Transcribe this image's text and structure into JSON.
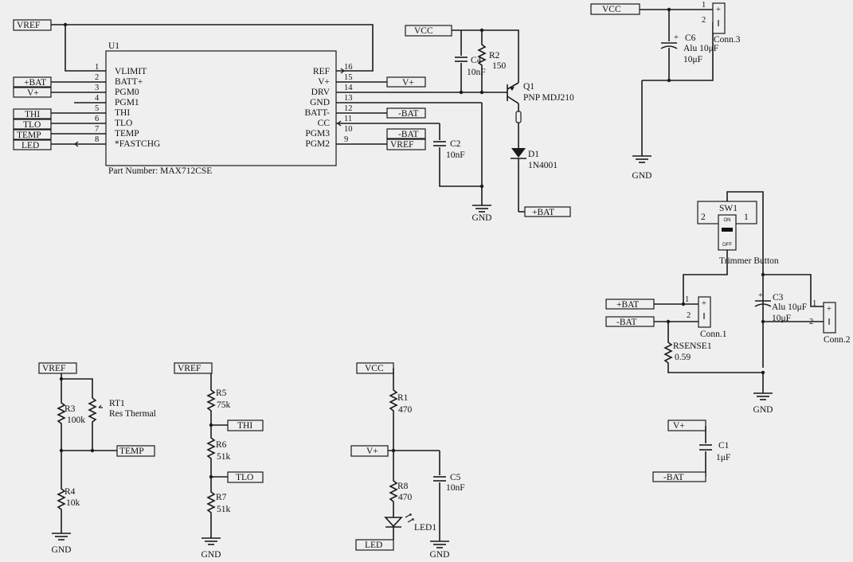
{
  "u1": {
    "ref": "U1",
    "part": "Part Number: MAX712CSE",
    "left_pins": [
      {
        "num": "1",
        "name": "VLIMIT"
      },
      {
        "num": "2",
        "name": "BATT+"
      },
      {
        "num": "3",
        "name": "PGM0"
      },
      {
        "num": "4",
        "name": "PGM1"
      },
      {
        "num": "5",
        "name": "THI"
      },
      {
        "num": "6",
        "name": "TLO"
      },
      {
        "num": "7",
        "name": "TEMP"
      },
      {
        "num": "8",
        "name": "*FASTCHG"
      }
    ],
    "right_pins": [
      {
        "num": "16",
        "name": "REF"
      },
      {
        "num": "15",
        "name": "V+"
      },
      {
        "num": "14",
        "name": "DRV"
      },
      {
        "num": "13",
        "name": "GND"
      },
      {
        "num": "12",
        "name": "BATT-"
      },
      {
        "num": "11",
        "name": "CC"
      },
      {
        "num": "10",
        "name": "PGM3"
      },
      {
        "num": "9",
        "name": "PGM2"
      }
    ]
  },
  "ports": {
    "vref_top": "VREF",
    "bat_plus_u1": "+BAT",
    "vplus_u1": "V+",
    "thi_u1": "THI",
    "tlo_u1": "TLO",
    "temp_u1": "TEMP",
    "led_u1": "LED",
    "vcc_q1": "VCC",
    "vplus_r": "V+",
    "bat_minus_r": "-BAT",
    "bat_minus_r2": "-BAT",
    "vref_r": "VREF",
    "bat_plus_d1": "+BAT",
    "vcc_c6": "VCC",
    "bat_plus_sw": "+BAT",
    "bat_minus_sw": "-BAT",
    "vplus_c1": "V+",
    "bat_minus_c1": "-BAT",
    "vref_r3": "VREF",
    "temp_r3": "TEMP",
    "vref_r5": "VREF",
    "thi_r5": "THI",
    "tlo_r6": "TLO",
    "vcc_r1": "VCC",
    "vplus_r1": "V+",
    "led_r8": "LED"
  },
  "components": {
    "c4": {
      "ref": "C4",
      "value": "10nF"
    },
    "r2": {
      "ref": "R2",
      "value": "150"
    },
    "q1": {
      "ref": "Q1",
      "value": "PNP MDJ210"
    },
    "d1": {
      "ref": "D1",
      "value": "1N4001"
    },
    "c2": {
      "ref": "C2",
      "value": "10nF"
    },
    "c6": {
      "ref": "C6",
      "value": "Alu 10μF",
      "value2": "10μF"
    },
    "conn3": {
      "ref": "Conn.3",
      "pin1": "1",
      "pin2": "2"
    },
    "sw1": {
      "ref": "SW1",
      "value": "Trimmer Button",
      "on": "ON",
      "off": "OFF",
      "pin1": "1",
      "pin2": "2"
    },
    "c3": {
      "ref": "C3",
      "value": "Alu 10μF",
      "value2": "10μF"
    },
    "conn1": {
      "ref": "Conn.1",
      "pin1": "1",
      "pin2": "2"
    },
    "conn2": {
      "ref": "Conn.2",
      "pin1": "1",
      "pin2": "2"
    },
    "rsense1": {
      "ref": "RSENSE1",
      "value": "0.59"
    },
    "c1": {
      "ref": "C1",
      "value": "1μF"
    },
    "r3": {
      "ref": "R3",
      "value": "100k"
    },
    "rt1": {
      "ref": "RT1",
      "value": "Res Thermal"
    },
    "r4": {
      "ref": "R4",
      "value": "10k"
    },
    "r5": {
      "ref": "R5",
      "value": "75k"
    },
    "r6": {
      "ref": "R6",
      "value": "51k"
    },
    "r7": {
      "ref": "R7",
      "value": "51k"
    },
    "r1": {
      "ref": "R1",
      "value": "470"
    },
    "r8": {
      "ref": "R8",
      "value": "470"
    },
    "c5": {
      "ref": "C5",
      "value": "10nF"
    },
    "led1": {
      "ref": "LED1"
    }
  },
  "grounds": {
    "g1": "GND",
    "g2": "GND",
    "g3": "GND",
    "g4": "GND",
    "g5": "GND",
    "g6": "GND"
  }
}
